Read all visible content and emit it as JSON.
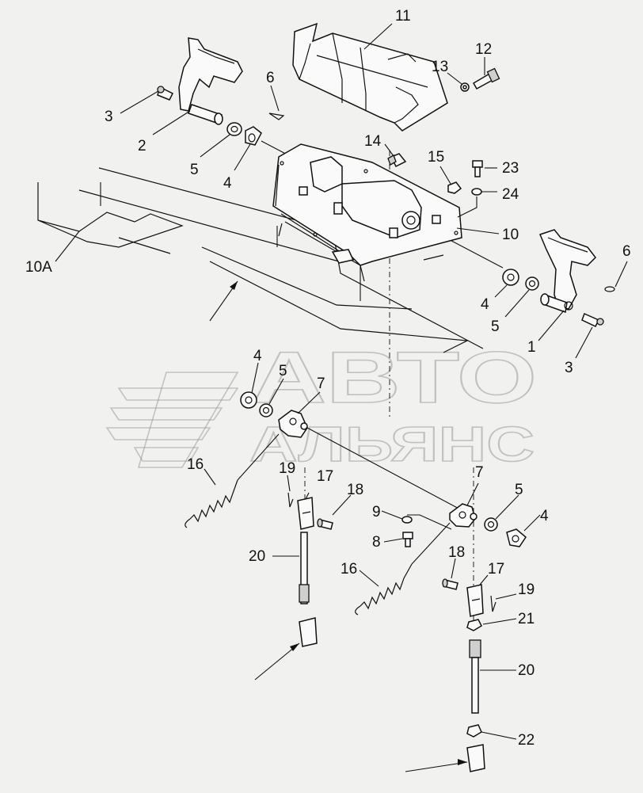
{
  "watermark": {
    "line1": "АВТО",
    "line2": "АЛЬЯНС"
  },
  "callouts": [
    {
      "id": "c11",
      "text": "11"
    },
    {
      "id": "c12",
      "text": "12"
    },
    {
      "id": "c13",
      "text": "13"
    },
    {
      "id": "c3a",
      "text": "3"
    },
    {
      "id": "c2",
      "text": "2"
    },
    {
      "id": "c6a",
      "text": "6"
    },
    {
      "id": "c5a",
      "text": "5"
    },
    {
      "id": "c4a",
      "text": "4"
    },
    {
      "id": "c14",
      "text": "14"
    },
    {
      "id": "c15",
      "text": "15"
    },
    {
      "id": "c23",
      "text": "23"
    },
    {
      "id": "c24",
      "text": "24"
    },
    {
      "id": "c10",
      "text": "10"
    },
    {
      "id": "c10a",
      "text": "10A"
    },
    {
      "id": "c6b",
      "text": "6"
    },
    {
      "id": "c4b",
      "text": "4"
    },
    {
      "id": "c5b",
      "text": "5"
    },
    {
      "id": "c1",
      "text": "1"
    },
    {
      "id": "c3b",
      "text": "3"
    },
    {
      "id": "c4c",
      "text": "4"
    },
    {
      "id": "c5c",
      "text": "5"
    },
    {
      "id": "c7a",
      "text": "7"
    },
    {
      "id": "c16a",
      "text": "16"
    },
    {
      "id": "c19a",
      "text": "19"
    },
    {
      "id": "c17a",
      "text": "17"
    },
    {
      "id": "c18a",
      "text": "18"
    },
    {
      "id": "c9",
      "text": "9"
    },
    {
      "id": "c8",
      "text": "8"
    },
    {
      "id": "c7b",
      "text": "7"
    },
    {
      "id": "c5d",
      "text": "5"
    },
    {
      "id": "c4d",
      "text": "4"
    },
    {
      "id": "c20a",
      "text": "20"
    },
    {
      "id": "c16b",
      "text": "16"
    },
    {
      "id": "c18b",
      "text": "18"
    },
    {
      "id": "c17b",
      "text": "17"
    },
    {
      "id": "c19b",
      "text": "19"
    },
    {
      "id": "c21",
      "text": "21"
    },
    {
      "id": "c20b",
      "text": "20"
    },
    {
      "id": "c22",
      "text": "22"
    }
  ]
}
